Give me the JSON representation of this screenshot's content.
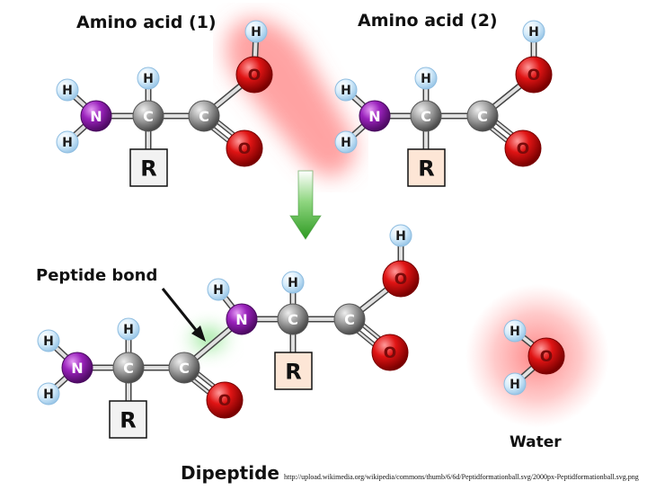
{
  "diagram": {
    "title_aa1": "Amino acid (1)",
    "title_aa2": "Amino acid (2)",
    "peptide_bond_label": "Peptide bond",
    "water_label": "Water",
    "dipeptide_label": "Dipeptide",
    "source_url": "http://upload.wikimedia.org/wikipedia/commons/thumb/6/6d/Peptidformationball.svg/2000px-Peptidformationball.svg.png",
    "atoms": {
      "hydrogen": "H",
      "nitrogen": "N",
      "carbon": "C",
      "oxygen": "O",
      "r_group": "R"
    },
    "colors": {
      "hydrogen": "#cfe8fb",
      "nitrogen": "#8a1aa8",
      "carbon": "#9a9a9a",
      "oxygen": "#d41010",
      "r_box_aa1": "#f2f2f2",
      "r_box_aa2": "#fde6d6",
      "arrow": "#3aa82e",
      "water_highlight": "#ff6b6b",
      "bond_highlight": "#88dd88"
    }
  }
}
